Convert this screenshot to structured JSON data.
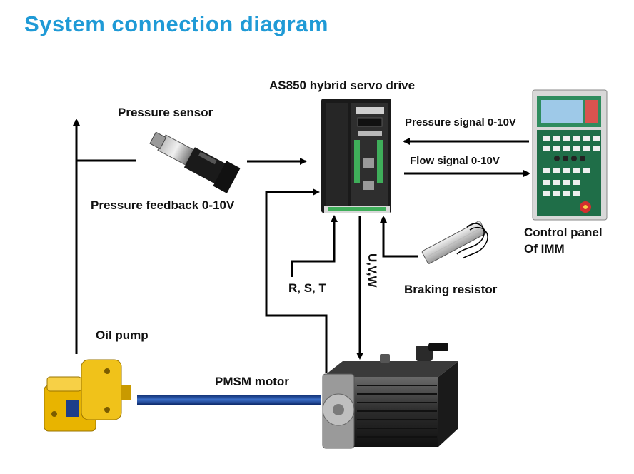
{
  "title": "System connection diagram",
  "labels": {
    "drive": "AS850 hybrid servo drive",
    "pressure_sensor": "Pressure sensor",
    "pressure_feedback": "Pressure feedback 0-10V",
    "pressure_signal": "Pressure signal 0-10V",
    "flow_signal": "Flow signal 0-10V",
    "control_panel_line1": "Control panel",
    "control_panel_line2": "Of IMM",
    "rst": "R, S, T",
    "uvw": "U,V,W",
    "braking_resistor": "Braking resistor",
    "oil_pump": "Oil pump",
    "pmsm_motor": "PMSM motor"
  },
  "colors": {
    "title": "#1f9ad6",
    "line": "#000000",
    "shaft": "#1b3f8f",
    "pump": "#e8b400",
    "panel": "#1f7a50"
  }
}
